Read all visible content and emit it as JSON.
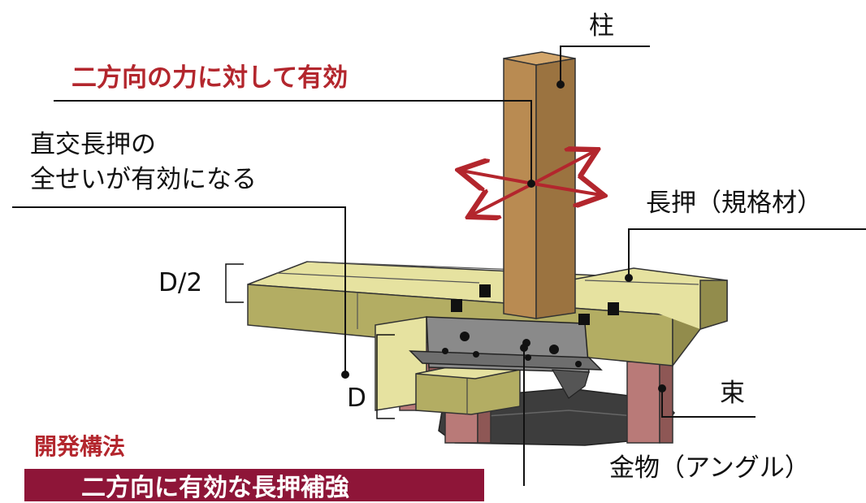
{
  "labels": {
    "pillar": "柱",
    "effective_both": "二方向の力に対して有効",
    "orth_line1": "直交長押の",
    "orth_line2": "全せいが有効になる",
    "nageshi": "長押（規格材）",
    "half_depth": "D/2",
    "depth": "D",
    "tsuka": "束",
    "method": "開発構法",
    "hardware": "金物（アングル）",
    "banner": "二方向に有効な長押補強"
  },
  "colors": {
    "accent_red": "#b3262d",
    "banner_bg": "#8e1538",
    "timber_top": "#e6e2a0",
    "timber_side": "#b3ad63",
    "pillar": "#b98b52",
    "post": "#b97a78",
    "steel": "#8a8a8a"
  }
}
